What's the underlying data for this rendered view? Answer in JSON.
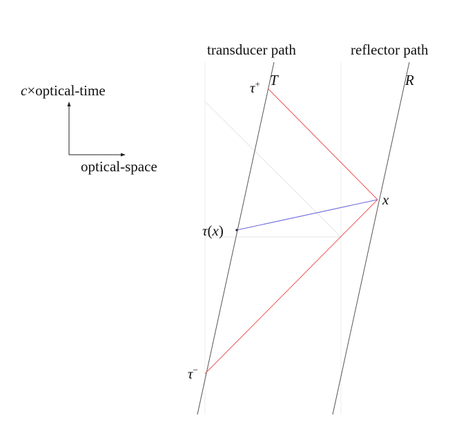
{
  "labels": {
    "transducer_path": "transducer path",
    "reflector_path": "reflector path",
    "time_axis_c": "c",
    "time_axis_rest": "×optical-time",
    "space_axis": "optical-space",
    "tau": "τ",
    "plus": "+",
    "minus": "−",
    "tau_x_open": "(",
    "tau_x_var": "x",
    "tau_x_close": ")",
    "T": "T",
    "R": "R",
    "x": "x"
  },
  "colors": {
    "worldline": "#555555",
    "light_ray": "#ee5555",
    "simultaneity": "#6666dd",
    "guide": "#e8e8e8",
    "text": "#111111"
  }
}
